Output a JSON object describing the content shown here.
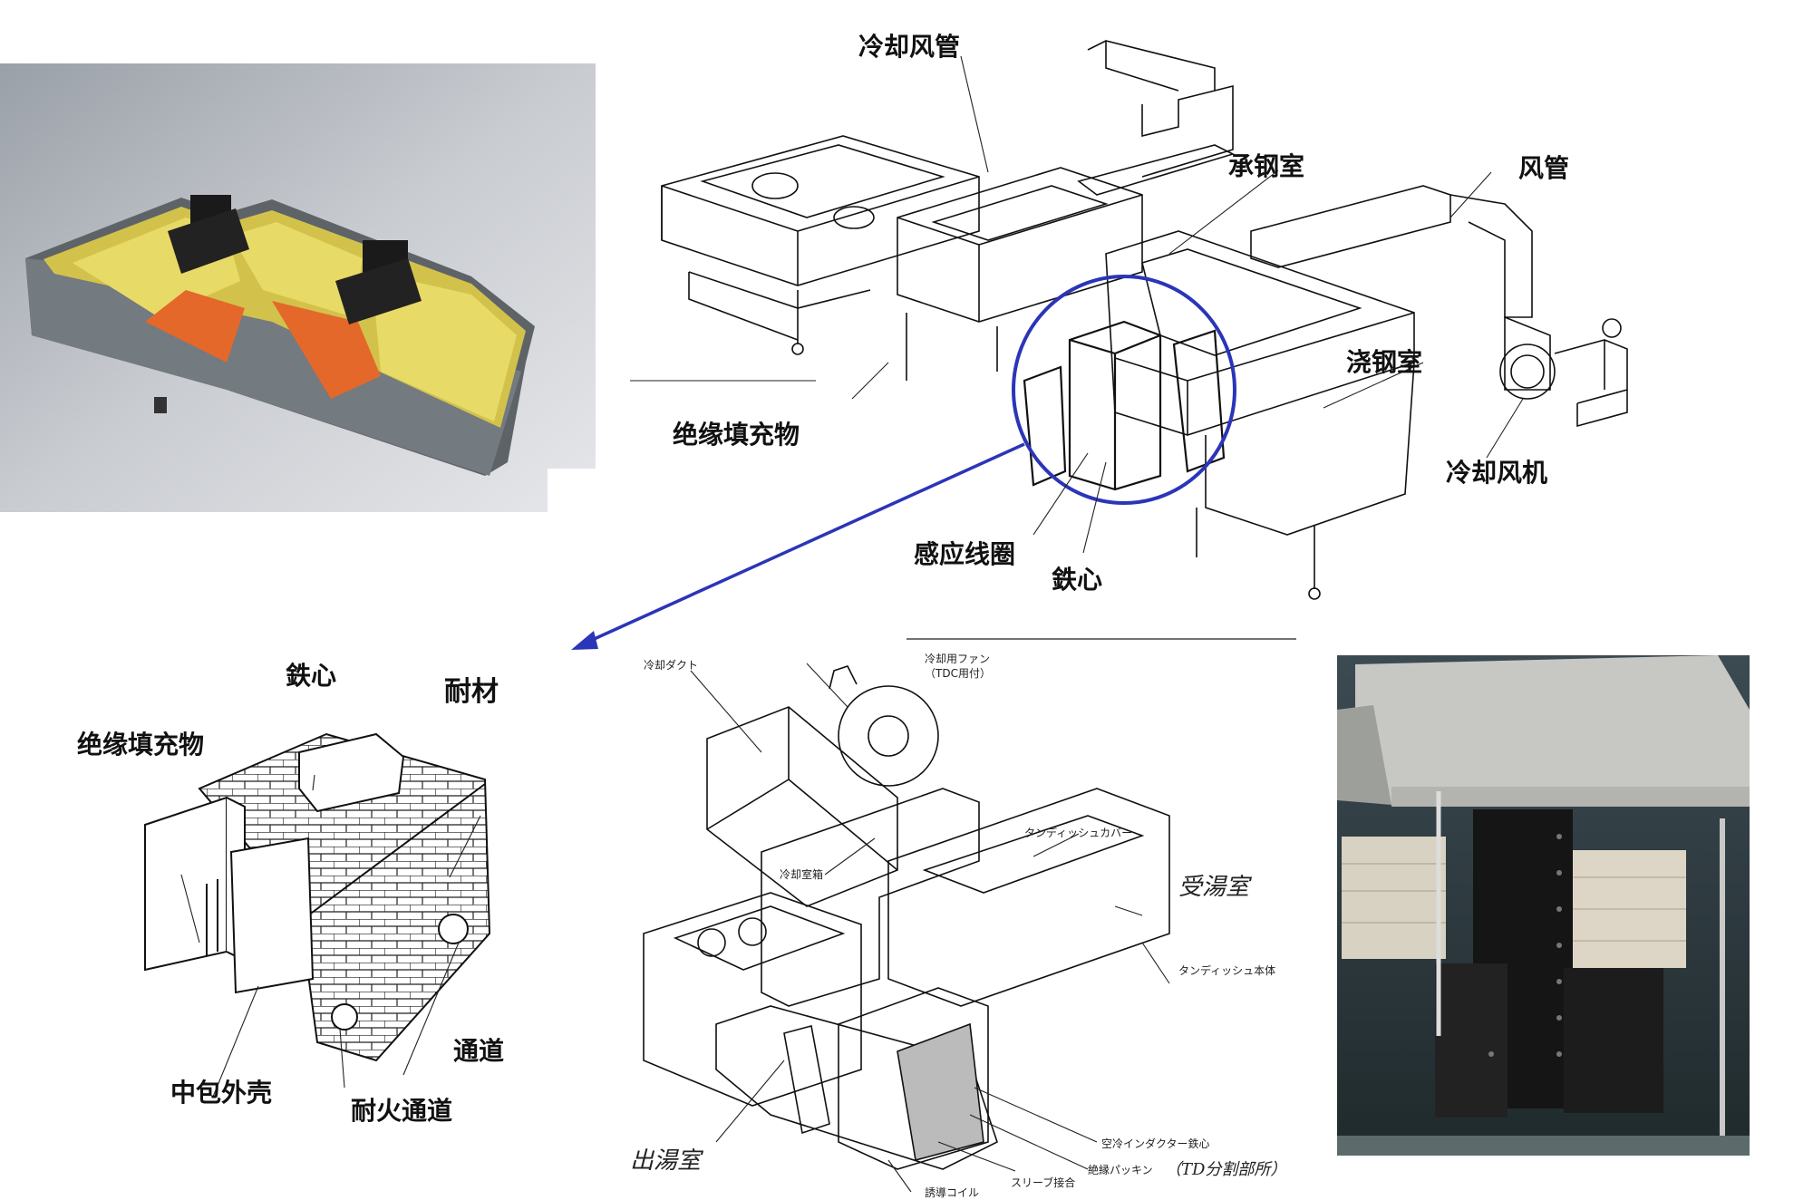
{
  "overview_diagram": {
    "labels": {
      "cooling_duct": "冷却风管",
      "receiving_chamber": "承钢室",
      "duct": "风管",
      "pouring_chamber": "浇钢室",
      "insulation_filler": "绝缘填充物",
      "cooling_fan": "冷却风机",
      "induction_coil": "感应线圈",
      "iron_core": "鉄心"
    }
  },
  "cross_section_diagram": {
    "labels": {
      "iron_core": "鉄心",
      "refractory": "耐材",
      "insulation_filler": "绝缘填充物",
      "channel": "通道",
      "tundish_shell": "中包外壳",
      "refractory_channel": "耐火通道"
    }
  },
  "japanese_diagram": {
    "labels": {
      "cooling_duct": "冷却ダクト",
      "cooling_fan": "冷却用ファン",
      "fan_note": "（TDC用付）",
      "cover": "タンディッシュカバー",
      "cooling_chamber": "冷却室箱",
      "receiving_chamber": "受湯室",
      "tundish_body": "タンディッシュ本体",
      "pouring_chamber": "出湯室",
      "inductor": "空冷インダクター鉄心",
      "insulation_packing": "絶縁パッキン",
      "packing_note": "（TD分割部所）",
      "sleeve": "スリーブ接合",
      "coil": "誘導コイル"
    }
  },
  "colors": {
    "accent_blue": "#2b35b8",
    "model_shell": "#6f7478",
    "model_lining": "#e6d65a",
    "model_orange": "#e4682a"
  }
}
